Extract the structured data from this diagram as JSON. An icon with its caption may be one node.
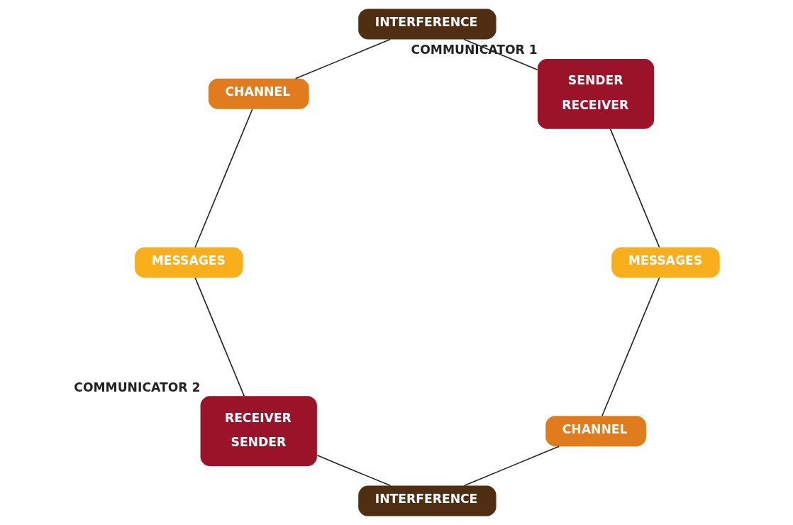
{
  "diagram": {
    "nodes": [
      {
        "text": [
          "CHANNEL"
        ]
      },
      {
        "text": [
          "MESSAGES"
        ]
      },
      {
        "text": [
          "INTERFERENCE"
        ]
      },
      {
        "text": [
          "SENDER",
          "RECEIVER"
        ],
        "beside": [
          "COMMUNICATOR 1"
        ]
      },
      {
        "text": [
          "RECEIVER",
          "SENDER"
        ],
        "beside": [
          "COMMUNICATOR 2"
        ]
      },
      {
        "text": [
          "INTERFERENCE"
        ]
      },
      {
        "text": [
          "MESSAGES"
        ]
      },
      {
        "text": [
          "CHANNEL"
        ]
      }
    ],
    "edges": [
      {
        "from": 0,
        "to": 2,
        "arrow": "none"
      },
      {
        "from": 2,
        "to": 4,
        "arrow": "none"
      },
      {
        "from": 4,
        "to": 6,
        "arrow": "none"
      },
      {
        "from": 6,
        "to": 7,
        "arrow": "none"
      },
      {
        "from": 7,
        "to": 5,
        "arrow": "none"
      },
      {
        "from": 5,
        "to": 3,
        "arrow": "none"
      },
      {
        "from": 3,
        "to": 1,
        "arrow": "none"
      },
      {
        "from": 1,
        "to": 0,
        "arrow": "none"
      }
    ]
  }
}
